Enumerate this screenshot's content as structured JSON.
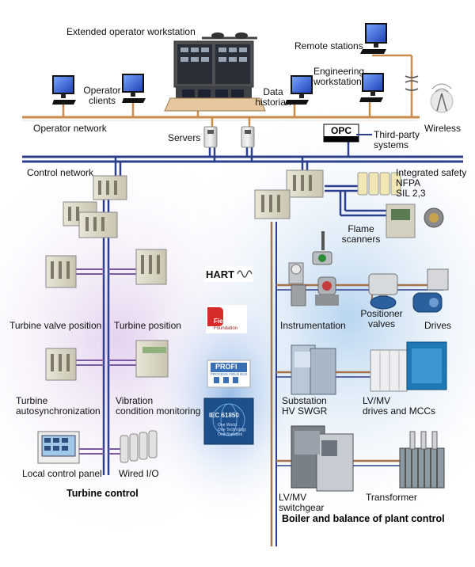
{
  "labels": {
    "extended_workstation": "Extended operator workstation",
    "remote_stations": "Remote stations",
    "operator_clients_1": "Operator",
    "operator_clients_2": "clients",
    "engineering_1": "Engineering",
    "engineering_2": "workstation",
    "data_historian_1": "Data",
    "data_historian_2": "historian",
    "operator_network": "Operator network",
    "wireless": "Wireless",
    "servers": "Servers",
    "third_party_1": "Third-party",
    "third_party_2": "systems",
    "control_network": "Control network",
    "integrated_safety_1": "Integrated safety",
    "integrated_safety_2": "NFPA",
    "integrated_safety_3": "SIL 2,3",
    "flame_1": "Flame",
    "flame_2": "scanners",
    "turbine_valve_position": "Turbine valve position",
    "turbine_position": "Turbine position",
    "instrumentation": "Instrumentation",
    "positioner_1": "Positioner",
    "positioner_2": "valves",
    "drives": "Drives",
    "turbine_auto_1": "Turbine",
    "turbine_auto_2": "autosynchronization",
    "vibration_1": "Vibration",
    "vibration_2": "condition monitoring",
    "substation_1": "Substation",
    "substation_2": "HV SWGR",
    "lvmv_drives_1": "LV/MV",
    "lvmv_drives_2": "drives and MCCs",
    "local_control_panel": "Local control panel",
    "wired_io": "Wired I/O",
    "lvmv_switch_1": "LV/MV",
    "lvmv_switch_2": "switchgear",
    "transformer": "Transformer"
  },
  "sections": {
    "turbine_control": "Turbine control",
    "boiler_control": "Boiler and balance of plant control"
  },
  "protocols": {
    "hart": "HART",
    "opc": "OPC",
    "fieldbus": "Fieldbus",
    "fieldbus_sub": "Foundation",
    "profi": "PROFI",
    "profi_sub": "PROCESS FIELD BUS",
    "iec": "IEC 61850",
    "iec_sub1": "One World",
    "iec_sub2": "One Technology",
    "iec_sub3": "One Standard"
  },
  "colors": {
    "operator_network": "#c98a4a",
    "control_network": "#2c3f8c",
    "field_bus": "#a8724a",
    "turbine_glow": "#d9c6e8",
    "boiler_glow": "#bcd6ef"
  }
}
